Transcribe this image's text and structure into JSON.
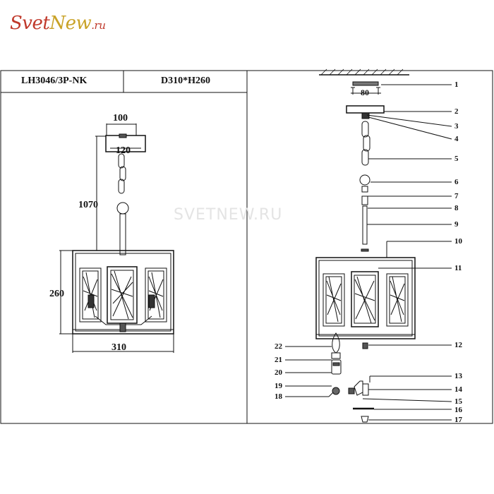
{
  "logo": {
    "part1": "Svet",
    "part2": "New",
    "part3": ".ru"
  },
  "header": {
    "model": "LH3046/3P-NK",
    "size": "D310*H260"
  },
  "dimensions": {
    "top_width": "100",
    "canopy_width": "120",
    "chain_length": "1070",
    "height": "260",
    "width": "310",
    "mount_spacing": "80"
  },
  "watermark": "SVETNEW.RU",
  "callouts": [
    "1",
    "2",
    "3",
    "4",
    "5",
    "6",
    "7",
    "8",
    "9",
    "10",
    "11",
    "12",
    "13",
    "14",
    "15",
    "16",
    "17",
    "18",
    "19",
    "20",
    "21",
    "22"
  ]
}
